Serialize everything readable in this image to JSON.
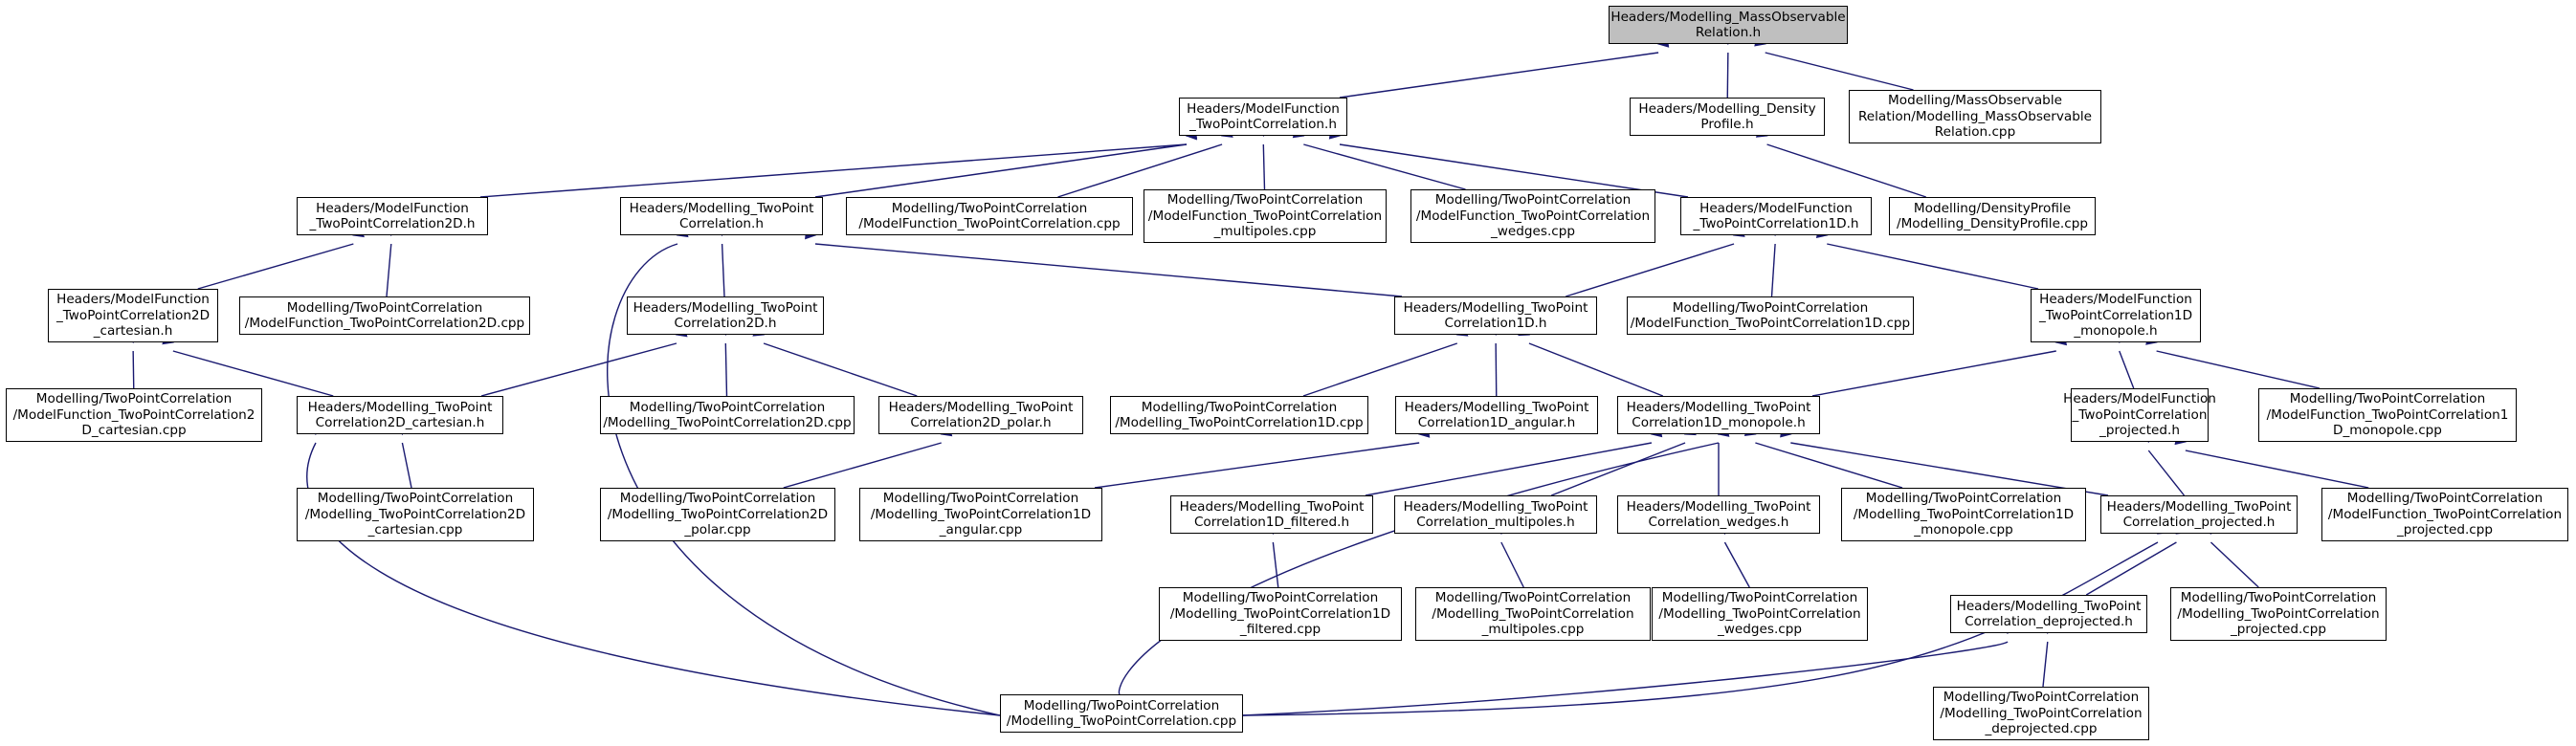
{
  "colors": {
    "edge": "#191970",
    "root_fill": "#bfbfbf",
    "node_fill": "#ffffff",
    "node_border": "#000000"
  },
  "nodes": [
    {
      "id": "n0",
      "lines": [
        "Headers/Modelling_MassObservable",
        "Relation.h"
      ],
      "root": true
    },
    {
      "id": "n1",
      "lines": [
        "Headers/ModelFunction",
        "_TwoPointCorrelation.h"
      ]
    },
    {
      "id": "n2",
      "lines": [
        "Headers/Modelling_Density",
        "Profile.h"
      ]
    },
    {
      "id": "n3",
      "lines": [
        "Modelling/MassObservable",
        "Relation/Modelling_MassObservable",
        "Relation.cpp"
      ]
    },
    {
      "id": "n4",
      "lines": [
        "Headers/ModelFunction",
        "_TwoPointCorrelation2D.h"
      ]
    },
    {
      "id": "n5",
      "lines": [
        "Headers/Modelling_TwoPoint",
        "Correlation.h"
      ]
    },
    {
      "id": "n6",
      "lines": [
        "Modelling/TwoPointCorrelation",
        "/ModelFunction_TwoPointCorrelation.cpp"
      ]
    },
    {
      "id": "n7",
      "lines": [
        "Modelling/TwoPointCorrelation",
        "/ModelFunction_TwoPointCorrelation",
        "_multipoles.cpp"
      ]
    },
    {
      "id": "n8",
      "lines": [
        "Modelling/TwoPointCorrelation",
        "/ModelFunction_TwoPointCorrelation",
        "_wedges.cpp"
      ]
    },
    {
      "id": "n9",
      "lines": [
        "Headers/ModelFunction",
        "_TwoPointCorrelation1D.h"
      ]
    },
    {
      "id": "n10",
      "lines": [
        "Modelling/DensityProfile",
        "/Modelling_DensityProfile.cpp"
      ]
    },
    {
      "id": "n11",
      "lines": [
        "Headers/ModelFunction",
        "_TwoPointCorrelation2D",
        "_cartesian.h"
      ]
    },
    {
      "id": "n12",
      "lines": [
        "Modelling/TwoPointCorrelation",
        "/ModelFunction_TwoPointCorrelation2D.cpp"
      ]
    },
    {
      "id": "n13",
      "lines": [
        "Headers/Modelling_TwoPoint",
        "Correlation2D.h"
      ]
    },
    {
      "id": "n14",
      "lines": [
        "Headers/Modelling_TwoPoint",
        "Correlation1D.h"
      ]
    },
    {
      "id": "n15",
      "lines": [
        "Modelling/TwoPointCorrelation",
        "/ModelFunction_TwoPointCorrelation1D.cpp"
      ]
    },
    {
      "id": "n16",
      "lines": [
        "Headers/ModelFunction",
        "_TwoPointCorrelation1D",
        "_monopole.h"
      ]
    },
    {
      "id": "n17",
      "lines": [
        "Modelling/TwoPointCorrelation",
        "/ModelFunction_TwoPointCorrelation2",
        "D_cartesian.cpp"
      ]
    },
    {
      "id": "n18",
      "lines": [
        "Headers/Modelling_TwoPoint",
        "Correlation2D_cartesian.h"
      ]
    },
    {
      "id": "n19",
      "lines": [
        "Modelling/TwoPointCorrelation",
        "/Modelling_TwoPointCorrelation2D.cpp"
      ]
    },
    {
      "id": "n20",
      "lines": [
        "Headers/Modelling_TwoPoint",
        "Correlation2D_polar.h"
      ]
    },
    {
      "id": "n21",
      "lines": [
        "Modelling/TwoPointCorrelation",
        "/Modelling_TwoPointCorrelation1D.cpp"
      ]
    },
    {
      "id": "n22",
      "lines": [
        "Headers/Modelling_TwoPoint",
        "Correlation1D_angular.h"
      ]
    },
    {
      "id": "n23",
      "lines": [
        "Headers/Modelling_TwoPoint",
        "Correlation1D_monopole.h"
      ]
    },
    {
      "id": "n24",
      "lines": [
        "Headers/ModelFunction",
        "_TwoPointCorrelation",
        "_projected.h"
      ]
    },
    {
      "id": "n25",
      "lines": [
        "Modelling/TwoPointCorrelation",
        "/ModelFunction_TwoPointCorrelation1",
        "D_monopole.cpp"
      ]
    },
    {
      "id": "n26",
      "lines": [
        "Modelling/TwoPointCorrelation",
        "/Modelling_TwoPointCorrelation2D",
        "_cartesian.cpp"
      ]
    },
    {
      "id": "n27",
      "lines": [
        "Modelling/TwoPointCorrelation",
        "/Modelling_TwoPointCorrelation2D",
        "_polar.cpp"
      ]
    },
    {
      "id": "n28",
      "lines": [
        "Modelling/TwoPointCorrelation",
        "/Modelling_TwoPointCorrelation1D",
        "_angular.cpp"
      ]
    },
    {
      "id": "n29",
      "lines": [
        "Headers/Modelling_TwoPoint",
        "Correlation1D_filtered.h"
      ]
    },
    {
      "id": "n30",
      "lines": [
        "Headers/Modelling_TwoPoint",
        "Correlation_multipoles.h"
      ]
    },
    {
      "id": "n31",
      "lines": [
        "Headers/Modelling_TwoPoint",
        "Correlation_wedges.h"
      ]
    },
    {
      "id": "n32",
      "lines": [
        "Modelling/TwoPointCorrelation",
        "/Modelling_TwoPointCorrelation1D",
        "_monopole.cpp"
      ]
    },
    {
      "id": "n33",
      "lines": [
        "Headers/Modelling_TwoPoint",
        "Correlation_projected.h"
      ]
    },
    {
      "id": "n34",
      "lines": [
        "Modelling/TwoPointCorrelation",
        "/ModelFunction_TwoPointCorrelation",
        "_projected.cpp"
      ]
    },
    {
      "id": "n35",
      "lines": [
        "Modelling/TwoPointCorrelation",
        "/Modelling_TwoPointCorrelation1D",
        "_filtered.cpp"
      ]
    },
    {
      "id": "n36",
      "lines": [
        "Modelling/TwoPointCorrelation",
        "/Modelling_TwoPointCorrelation",
        "_multipoles.cpp"
      ]
    },
    {
      "id": "n37",
      "lines": [
        "Modelling/TwoPointCorrelation",
        "/Modelling_TwoPointCorrelation",
        "_wedges.cpp"
      ]
    },
    {
      "id": "n38",
      "lines": [
        "Headers/Modelling_TwoPoint",
        "Correlation_deprojected.h"
      ]
    },
    {
      "id": "n39",
      "lines": [
        "Modelling/TwoPointCorrelation",
        "/Modelling_TwoPointCorrelation",
        "_projected.cpp"
      ]
    },
    {
      "id": "n40",
      "lines": [
        "Modelling/TwoPointCorrelation",
        "/Modelling_TwoPointCorrelation.cpp"
      ]
    },
    {
      "id": "n41",
      "lines": [
        "Modelling/TwoPointCorrelation",
        "/Modelling_TwoPointCorrelation",
        "_deprojected.cpp"
      ]
    }
  ],
  "edges": [
    [
      "n1",
      "n0"
    ],
    [
      "n2",
      "n0"
    ],
    [
      "n3",
      "n0"
    ],
    [
      "n4",
      "n1"
    ],
    [
      "n5",
      "n1"
    ],
    [
      "n6",
      "n1"
    ],
    [
      "n7",
      "n1"
    ],
    [
      "n8",
      "n1"
    ],
    [
      "n9",
      "n1"
    ],
    [
      "n10",
      "n2"
    ],
    [
      "n11",
      "n4"
    ],
    [
      "n12",
      "n4"
    ],
    [
      "n13",
      "n5"
    ],
    [
      "n14",
      "n5"
    ],
    [
      "n40",
      "n5"
    ],
    [
      "n14",
      "n9"
    ],
    [
      "n15",
      "n9"
    ],
    [
      "n16",
      "n9"
    ],
    [
      "n17",
      "n11"
    ],
    [
      "n18",
      "n11"
    ],
    [
      "n18",
      "n13"
    ],
    [
      "n19",
      "n13"
    ],
    [
      "n20",
      "n13"
    ],
    [
      "n21",
      "n14"
    ],
    [
      "n22",
      "n14"
    ],
    [
      "n23",
      "n14"
    ],
    [
      "n23",
      "n16"
    ],
    [
      "n24",
      "n16"
    ],
    [
      "n25",
      "n16"
    ],
    [
      "n26",
      "n18"
    ],
    [
      "n40",
      "n18"
    ],
    [
      "n27",
      "n20"
    ],
    [
      "n28",
      "n22"
    ],
    [
      "n29",
      "n23"
    ],
    [
      "n30",
      "n23"
    ],
    [
      "n31",
      "n23"
    ],
    [
      "n32",
      "n23"
    ],
    [
      "n33",
      "n23"
    ],
    [
      "n40",
      "n23"
    ],
    [
      "n33",
      "n24"
    ],
    [
      "n34",
      "n24"
    ],
    [
      "n35",
      "n29"
    ],
    [
      "n36",
      "n30"
    ],
    [
      "n37",
      "n31"
    ],
    [
      "n38",
      "n33"
    ],
    [
      "n39",
      "n33"
    ],
    [
      "n40",
      "n33"
    ],
    [
      "n41",
      "n38"
    ],
    [
      "n40",
      "n38"
    ]
  ]
}
